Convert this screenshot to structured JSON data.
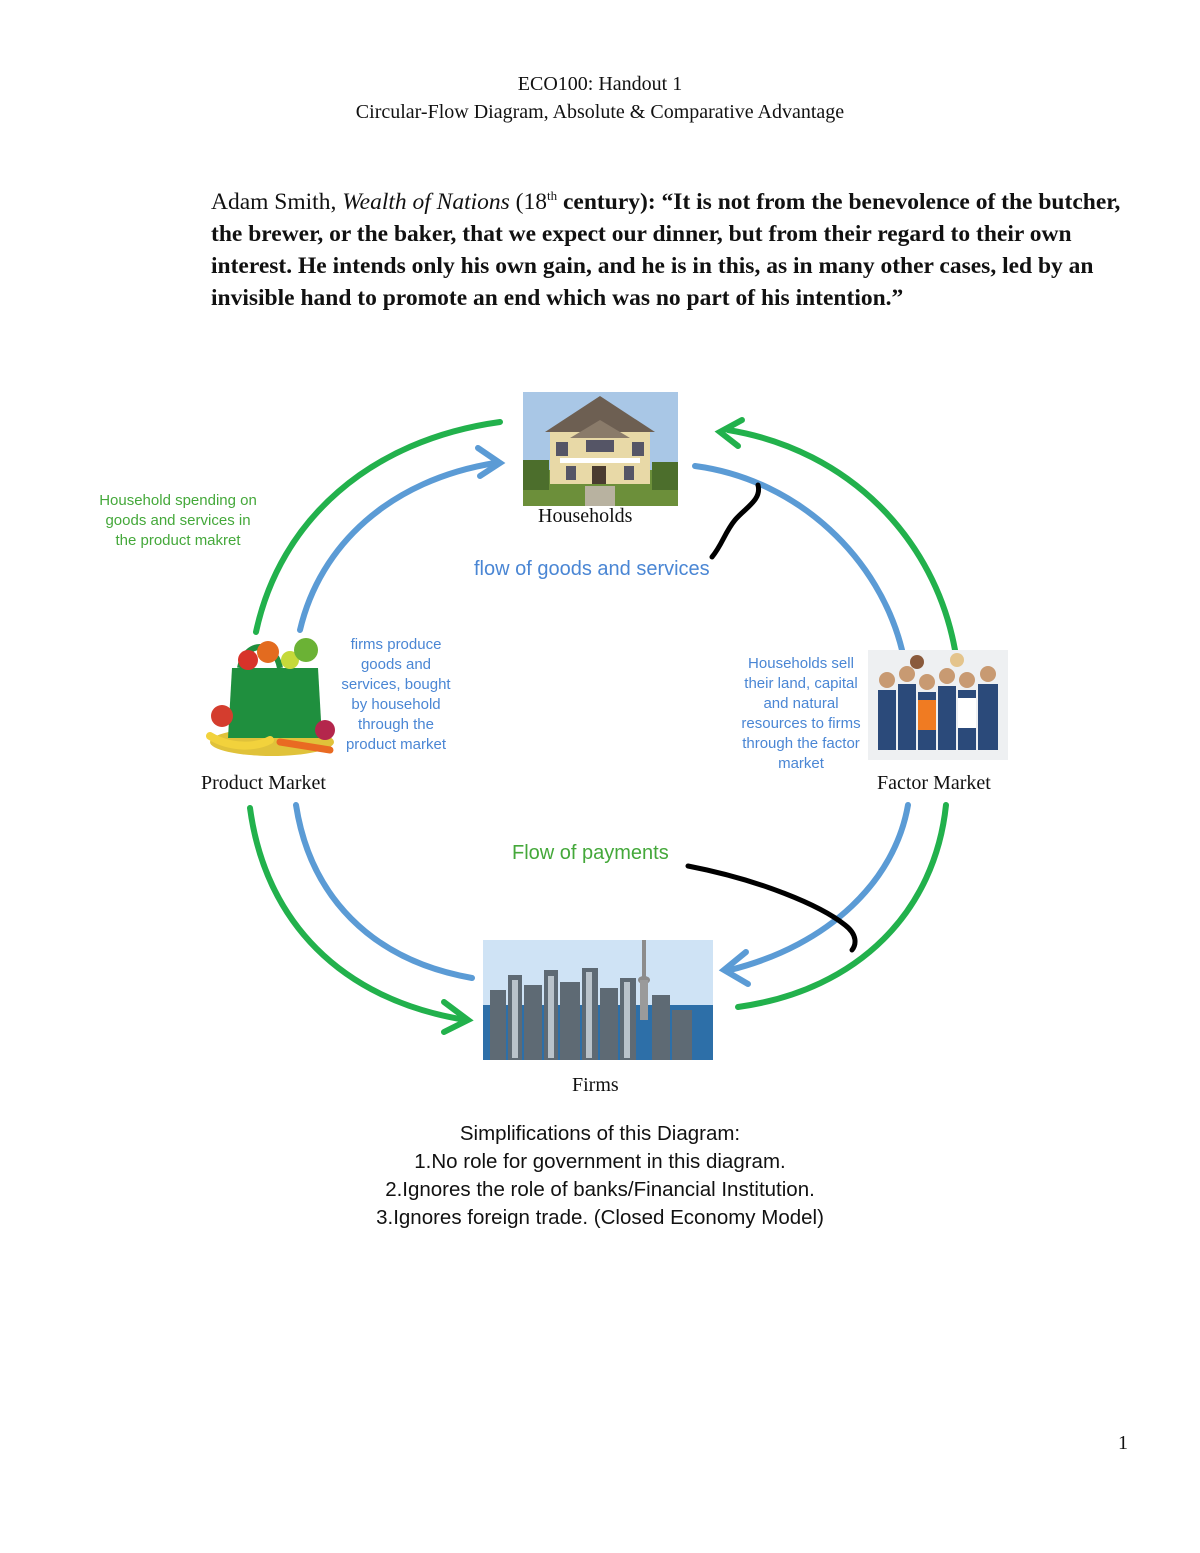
{
  "header": {
    "line1": "ECO100: Handout 1",
    "line2": "Circular-Flow Diagram, Absolute & Comparative Advantage"
  },
  "quote": {
    "author": "Adam Smith,",
    "work": "Wealth of Nations",
    "period_open": "(18",
    "period_sup": "th",
    "period_close": "century):",
    "text": "“It is not from the benevolence of the butcher, the brewer, or the baker, that we expect our dinner, but from their regard to their own interest. He intends only his own gain, and he is in this, as in many other cases, led by an invisible hand to promote an end which was no part of his intention.”"
  },
  "diagram": {
    "nodes": {
      "households": "Households",
      "product_market": "Product Market",
      "factor_market": "Factor Market",
      "firms": "Firms"
    },
    "flows": {
      "goods_services": "flow of goods and services",
      "payments": "Flow of payments"
    },
    "notes": {
      "household_spending": "Household spending on goods and services in the product makret",
      "firms_produce": "firms produce goods and services, bought by household through the product market",
      "households_sell": "Households sell their land, capital and natural resources to firms through the factor market"
    },
    "colors": {
      "goods_flow": "#5b9bd5",
      "payment_flow": "#22b14c",
      "pointer": "#000000"
    }
  },
  "simplifications": {
    "title": "Simplifications of this Diagram:",
    "items": [
      "1.No role for government in this diagram.",
      "2.Ignores the role of banks/Financial Institution.",
      "3.Ignores foreign trade. (Closed Economy Model)"
    ]
  },
  "page_number": "1"
}
